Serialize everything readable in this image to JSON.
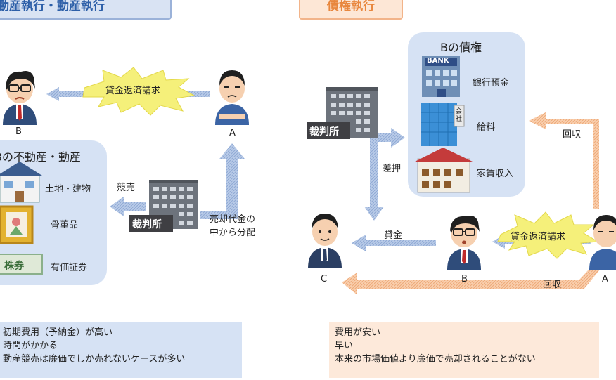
{
  "left": {
    "title": "動産執行・動産執行",
    "person_b_label": "B",
    "person_a_label": "A",
    "demand_label": "貸金返済請求",
    "assets_title": "Bの不動産・動産",
    "assets": [
      "土地・建物",
      "骨董品",
      "有価証券"
    ],
    "court_label": "裁判所",
    "sale_label": "競売",
    "distribution_label": "売却代金の\n中から分配",
    "stock_label": "株券",
    "notes": [
      "初期費用（予納金）が高い",
      "時間がかかる",
      "動産競売は廉価でしか売れないケースが多い"
    ]
  },
  "right": {
    "title": "債権執行",
    "claims_title": "Bの債権",
    "claims": [
      "銀行預金",
      "給料",
      "家賃収入"
    ],
    "bank_sign": "BANK",
    "company_sign": "会社",
    "court_label": "裁判所",
    "seizure_label": "差押",
    "collect_label_1": "回収",
    "collect_label_2": "回収",
    "loan_label": "貸金",
    "demand_label": "貸金返済請求",
    "person_c_label": "C",
    "person_b_label": "B",
    "person_a_label": "A",
    "notes": [
      "費用が安い",
      "早い",
      "本来の市場価値より廉価で売却されることがない"
    ]
  },
  "colors": {
    "blue_box": "#d6e2f4",
    "blue_arrow": "#7e9fd0",
    "orange_box": "#fde9da",
    "orange_arrow": "#f2b48a",
    "burst": "#f5f07a"
  }
}
